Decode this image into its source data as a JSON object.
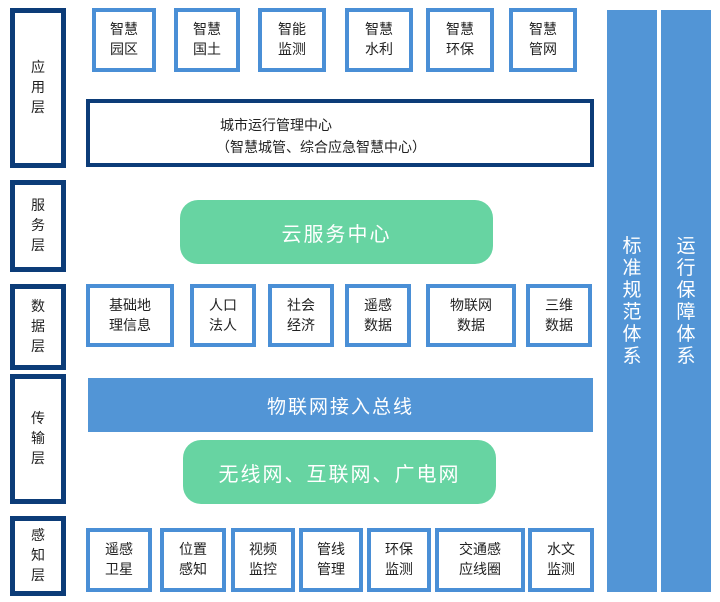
{
  "layers": [
    {
      "label": "应\n用\n层"
    },
    {
      "label": "服\n务\n层"
    },
    {
      "label": "数\n据\n层"
    },
    {
      "label": "传\n输\n层"
    },
    {
      "label": "感\n知\n层"
    }
  ],
  "apps": [
    "智慧\n园区",
    "智慧\n国土",
    "智能\n监测",
    "智慧\n水利",
    "智慧\n环保",
    "智慧\n管网"
  ],
  "city_center": {
    "line1": "城市运行管理中心",
    "line2": "（智慧城管、综合应急智慧中心）"
  },
  "cloud_service": "云服务中心",
  "data_items": [
    "基础地\n理信息",
    "人口\n法人",
    "社会\n经济",
    "遥感\n数据",
    "物联网\n数据",
    "三维\n数据"
  ],
  "iot_bus": "物联网接入总线",
  "networks": "无线网、互联网、广电网",
  "sensing": [
    "遥感\n卫星",
    "位置\n感知",
    "视频\n监控",
    "管线\n管理",
    "环保\n监测",
    "交通感\n应线圈",
    "水文\n监测"
  ],
  "side_bars": {
    "standards": "标\n准\n规\n范\n体\n系",
    "operations": "运\n行\n保\n障\n体\n系"
  },
  "colors": {
    "dark_border": "#0c3c78",
    "light_border": "#4a8fd6",
    "green": "#67d4a2",
    "blue": "#5295d6"
  }
}
